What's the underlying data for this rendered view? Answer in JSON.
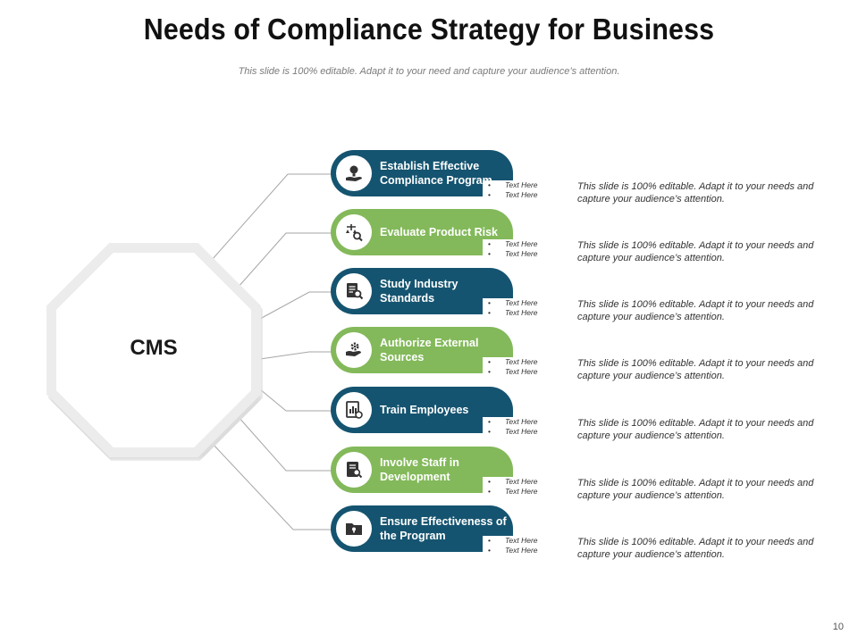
{
  "title": "Needs of Compliance Strategy for Business",
  "subtitle": "This slide is 100% editable. Adapt it to your need and capture your audience’s attention.",
  "center": {
    "label": "CMS"
  },
  "items": [
    {
      "label": "Establish Effective Compliance Program",
      "color": "blue",
      "icon": "idea-hand-icon",
      "bullets": [
        "Text Here",
        "Text Here"
      ],
      "description": "This slide is 100% editable. Adapt it to your needs and capture your audience’s attention."
    },
    {
      "label": "Evaluate Product Risk",
      "color": "green",
      "icon": "risk-scale-icon",
      "bullets": [
        "Text Here",
        "Text Here"
      ],
      "description": "This slide is 100% editable. Adapt it to your needs and capture your audience’s attention."
    },
    {
      "label": "Study Industry Standards",
      "color": "blue",
      "icon": "document-search-icon",
      "bullets": [
        "Text Here",
        "Text Here"
      ],
      "description": "This slide is 100% editable. Adapt it to your needs and capture your audience’s attention."
    },
    {
      "label": "Authorize External Sources",
      "color": "green",
      "icon": "gear-hand-icon",
      "bullets": [
        "Text Here",
        "Text Here"
      ],
      "description": "This slide is 100% editable. Adapt it to your needs and capture your audience’s attention."
    },
    {
      "label": "Train Employees",
      "color": "blue",
      "icon": "chart-board-icon",
      "bullets": [
        "Text Here",
        "Text Here"
      ],
      "description": "This slide is 100% editable. Adapt it to your needs and capture your audience’s attention."
    },
    {
      "label": "Involve Staff in Development",
      "color": "green",
      "icon": "book-search-icon",
      "bullets": [
        "Text Here",
        "Text Here"
      ],
      "description": "This slide is 100% editable. Adapt it to your needs and capture your audience’s attention."
    },
    {
      "label": "Ensure Effectiveness of the Program",
      "color": "blue",
      "icon": "folder-lock-icon",
      "bullets": [
        "Text Here",
        "Text Here"
      ],
      "description": "This slide is 100% editable. Adapt it to your needs and capture your audience’s attention."
    }
  ],
  "colors": {
    "blue": "#155470",
    "green": "#83b95a",
    "connector": "#a6a6a6"
  },
  "page_number": "10"
}
